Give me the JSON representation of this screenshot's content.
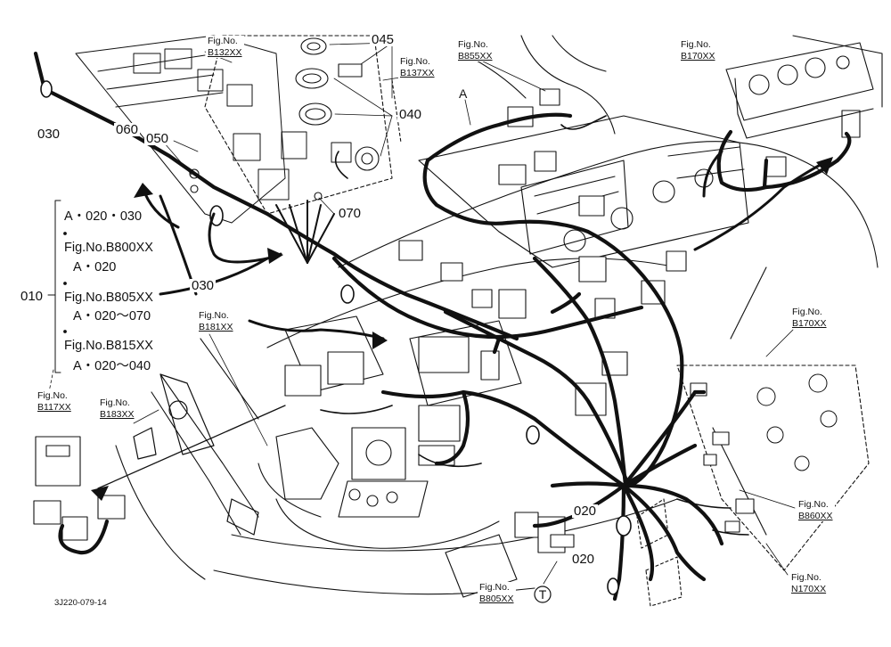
{
  "parts": {
    "p045": "045",
    "p040": "040",
    "p030a": "030",
    "p060": "060",
    "p050": "050",
    "p070": "070",
    "p030b": "030",
    "p010": "010",
    "p020a": "020",
    "p020b": "020"
  },
  "fig_refs": {
    "label": "Fig.No.",
    "b132": "B132XX",
    "b137": "B137XX",
    "b855": "B855XX",
    "b170_top": "B170XX",
    "b181": "B181XX",
    "b170_right": "B170XX",
    "b183": "B183XX",
    "b117": "B117XX",
    "b860": "B860XX",
    "n170": "N170XX",
    "b805": "B805XX"
  },
  "legend": [
    "A・020・030",
    "Fig.No.B800XX",
    "A・020",
    "Fig.No.B805XX",
    "A・020～070",
    "Fig.No.B815XX",
    "A・020～040"
  ],
  "letters": {
    "a": "A",
    "t": "T"
  },
  "doc_number": "3J220-079-14"
}
